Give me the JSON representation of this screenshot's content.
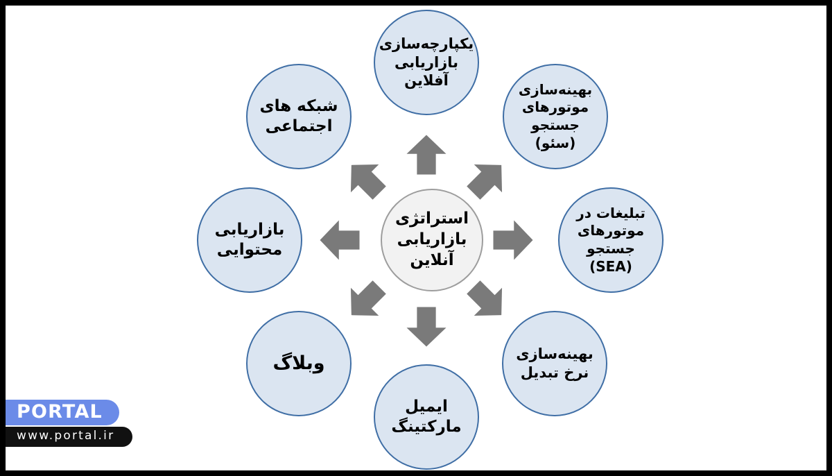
{
  "diagram": {
    "type": "radial-hub-and-spoke",
    "title": "استراتژی بازاریابی آنلاین",
    "center": {
      "label": "استراتژی\nبازاریابی\nآنلاین",
      "fill": "#f2f2f2",
      "border": "#9d9d9d"
    },
    "node_style": {
      "fill": "#dbe5f1",
      "border": "#3f6ea5"
    },
    "arrow_color": "#7a7a7a",
    "nodes": [
      {
        "position": "top",
        "label": "یکپارچه‌سازی\nبازاریابی\nآفلاین"
      },
      {
        "position": "top-right",
        "label": "بهینه‌سازی\nموتورهای\nجستجو\n(سئو)"
      },
      {
        "position": "right",
        "label": "تبلیغات در\nموتورهای\nجستجو\n(SEA)"
      },
      {
        "position": "bottom-right",
        "label": "بهینه‌سازی\nنرخ تبدیل"
      },
      {
        "position": "bottom",
        "label": "ایمیل\nمارکتینگ"
      },
      {
        "position": "bottom-left",
        "label": "وبلاگ"
      },
      {
        "position": "left",
        "label": "بازاریابی\nمحتوایی"
      },
      {
        "position": "top-left",
        "label": "شبکه های\nاجتماعی"
      }
    ],
    "arrows": [
      {
        "direction": "up"
      },
      {
        "direction": "up-right"
      },
      {
        "direction": "right"
      },
      {
        "direction": "down-right"
      },
      {
        "direction": "down"
      },
      {
        "direction": "down-left"
      },
      {
        "direction": "left"
      },
      {
        "direction": "up-left"
      }
    ]
  },
  "watermark": {
    "brand": "PORTAL",
    "url": "www.portal.ir",
    "brand_color": "#6b8be8",
    "url_bg_color": "#111111"
  }
}
